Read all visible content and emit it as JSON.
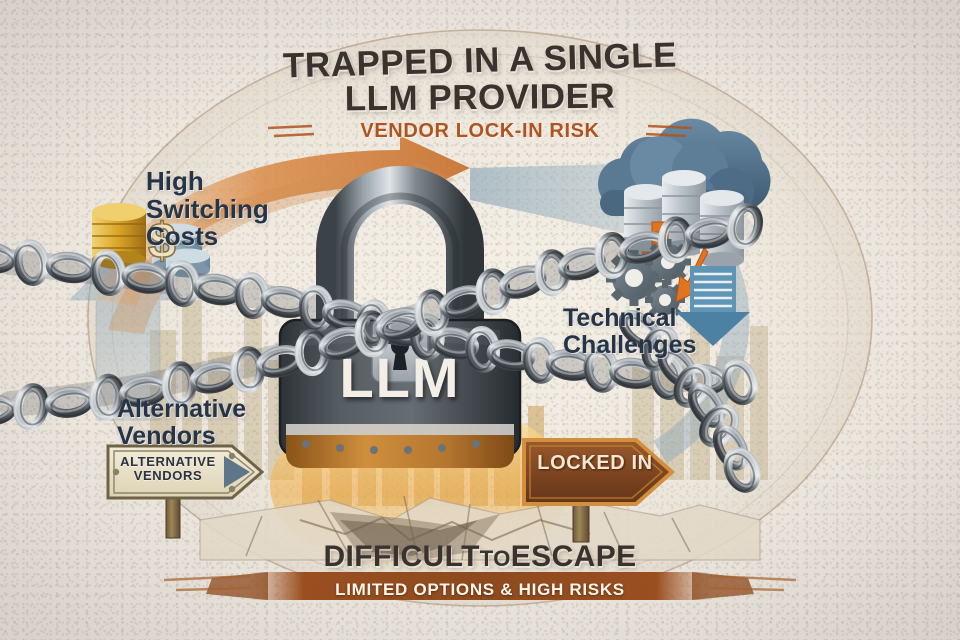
{
  "poster": {
    "title_line1": "TRAPPED IN A SINGLE",
    "title_line2": "LLM PROVIDER",
    "subtitle": "VENDOR LOCK-IN RISK",
    "bottom_headline_strong": "DIFFICULT",
    "bottom_headline_small": "TO",
    "bottom_headline_strong2": "ESCAPE",
    "ribbon": "LIMITED OPTIONS & HIGH RISKS"
  },
  "labels": {
    "switching_costs": "High\nSwitching\nCosts",
    "switching_costs_l1": "High",
    "switching_costs_l2": "Switching",
    "switching_costs_l3": "Costs",
    "technical_l1": "Technical",
    "technical_l2": "Challenges",
    "alternative_l1": "Alternative",
    "alternative_l2": "Vendors"
  },
  "signs": {
    "alternative_l1": "ALTERNATIVE",
    "alternative_l2": "VENDORS",
    "locked_in": "LOCKED IN"
  },
  "lock": {
    "body_text": "LLM"
  },
  "icons": {
    "padlock": "padlock-icon",
    "chain": "chain-icon",
    "coins": "coins-icon",
    "dollar": "dollar-sign-icon",
    "cloud": "cloud-icon",
    "database": "database-icon",
    "gears": "gears-icon",
    "download_arrow": "download-arrow-icon",
    "signpost_alt": "signpost-icon",
    "signpost_locked": "signpost-icon",
    "city": "city-skyline-icon",
    "chasm": "cracked-ground-icon"
  },
  "colors": {
    "paper": "#efe9df",
    "title_text": "#3a322c",
    "accent_orange": "#b0541f",
    "label_navy": "#263445",
    "steel_dark": "#4b5158",
    "steel_light": "#b8bec4",
    "copper": "#b5762f",
    "cloud_blue": "#4e6c85",
    "gold": "#d9a326",
    "silver_blue": "#7e99ab",
    "ribbon": "#9a4f20",
    "sign_cream": "#ece4cf",
    "sign_brown": "#8d4f26"
  }
}
